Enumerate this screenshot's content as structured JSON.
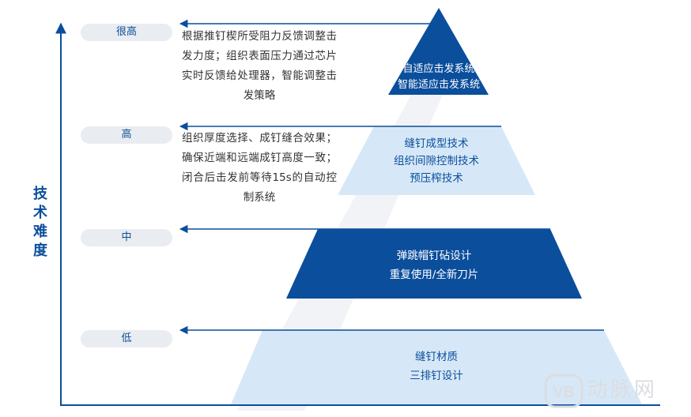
{
  "y_axis": {
    "label": "技术难度"
  },
  "levels": [
    {
      "level": "很高",
      "description": "根据推钉楔所受阻力反馈调整击发力度；组织表面压力通过芯片实时反馈给处理器，智能调整击发策略",
      "tier_lines": [
        "自适应击发系统",
        "智能适应击发系统"
      ],
      "tier_style": "dark"
    },
    {
      "level": "高",
      "description": "组织厚度选择、成钉缝合效果；确保近端和远端成钉高度一致；闭合后击发前等待15s的自动控制系统",
      "tier_lines": [
        "缝钉成型技术",
        "组织间隙控制技术",
        "预压榨技术"
      ],
      "tier_style": "light"
    },
    {
      "level": "中",
      "description": "",
      "tier_lines": [
        "弹跳帽钉砧设计",
        "重复使用/全新刀片"
      ],
      "tier_style": "dark"
    },
    {
      "level": "低",
      "description": "",
      "tier_lines": [
        "缝钉材质",
        "三排钉设计"
      ],
      "tier_style": "light"
    }
  ],
  "watermark": {
    "text": "动脉网",
    "logo_text": "VB"
  },
  "colors": {
    "dark_blue": "#0b4e9c",
    "light_blue": "#d6e8f7",
    "pill_gray": "#e9ecf0",
    "arrow": "#0b4e9c"
  }
}
